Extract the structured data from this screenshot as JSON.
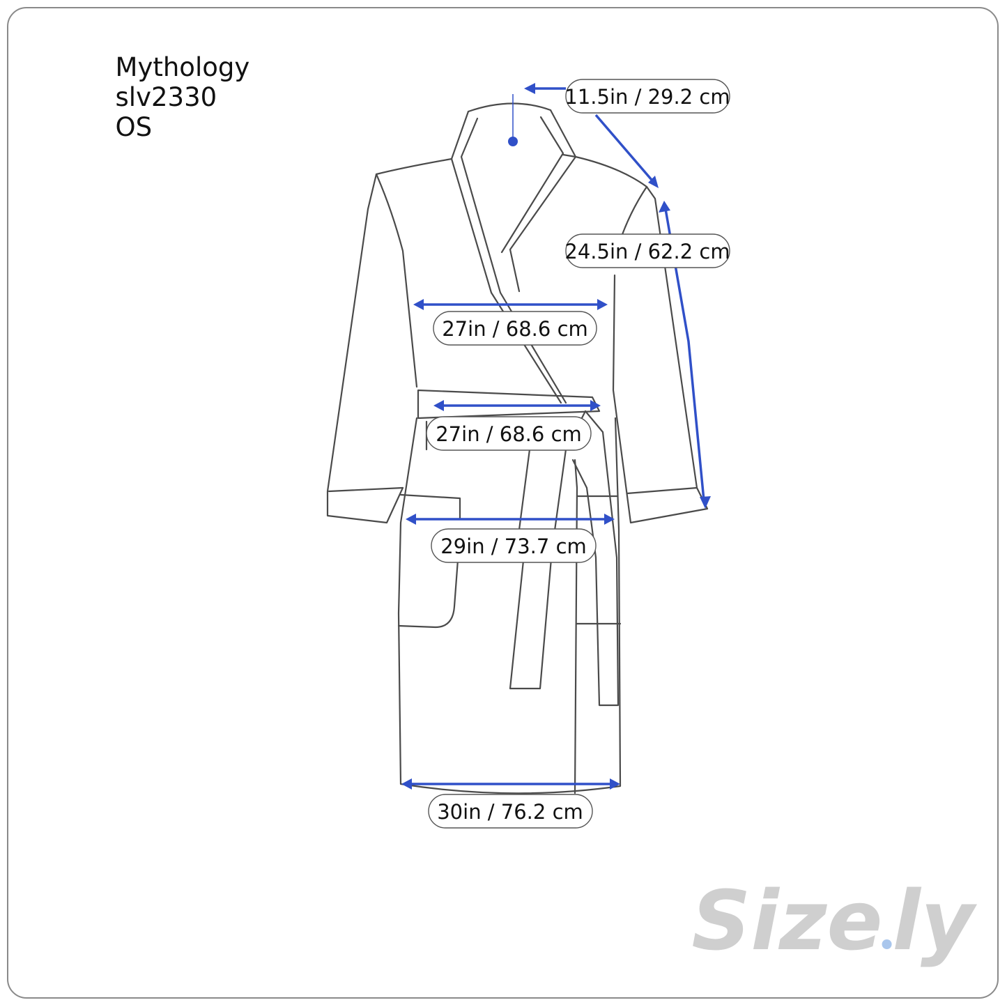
{
  "header": {
    "brand": "Mythology",
    "style_code": "slv2330",
    "size": "OS"
  },
  "measurements": [
    {
      "id": "shoulder",
      "label": "11.5in / 29.2 cm"
    },
    {
      "id": "sleeve",
      "label": "24.5in / 62.2 cm"
    },
    {
      "id": "chest",
      "label": "27in / 68.6 cm"
    },
    {
      "id": "waist",
      "label": "27in / 68.6 cm"
    },
    {
      "id": "hip",
      "label": "29in / 73.7 cm"
    },
    {
      "id": "hem",
      "label": "30in / 76.2 cm"
    }
  ],
  "logo": {
    "text": "Size",
    "suffix": "ly"
  },
  "colors": {
    "measure_line": "#3050c8",
    "outline": "#4a4a4a",
    "logo": "#cfcfcf",
    "logo_dot": "#a9c6ec"
  }
}
